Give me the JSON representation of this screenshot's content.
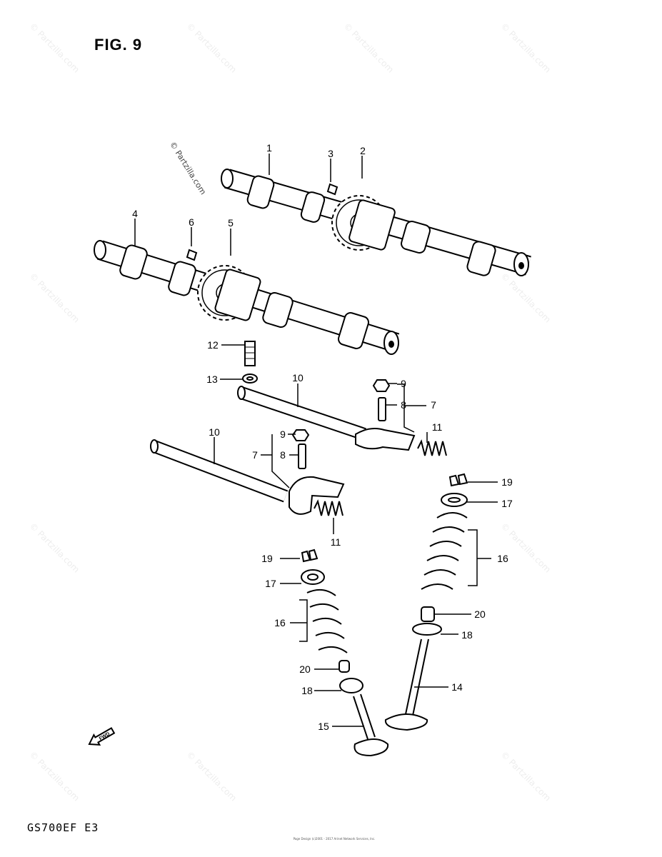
{
  "figure_title": "FIG. 9",
  "model_code": "GS700EF  E3",
  "copyright_text": "© Partzilla.com",
  "watermark_text": "© Partzilla.com",
  "footer_lines": [
    "Page Design (c)2001 - 2017 Arinet Network Services, Inc."
  ],
  "fwd_label": "FWD",
  "callouts": [
    "1",
    "2",
    "3",
    "4",
    "5",
    "6",
    "7",
    "7",
    "8",
    "8",
    "9",
    "9",
    "10",
    "10",
    "11",
    "11",
    "12",
    "13",
    "14",
    "15",
    "16",
    "16",
    "17",
    "17",
    "18",
    "18",
    "19",
    "19",
    "20",
    "20"
  ]
}
